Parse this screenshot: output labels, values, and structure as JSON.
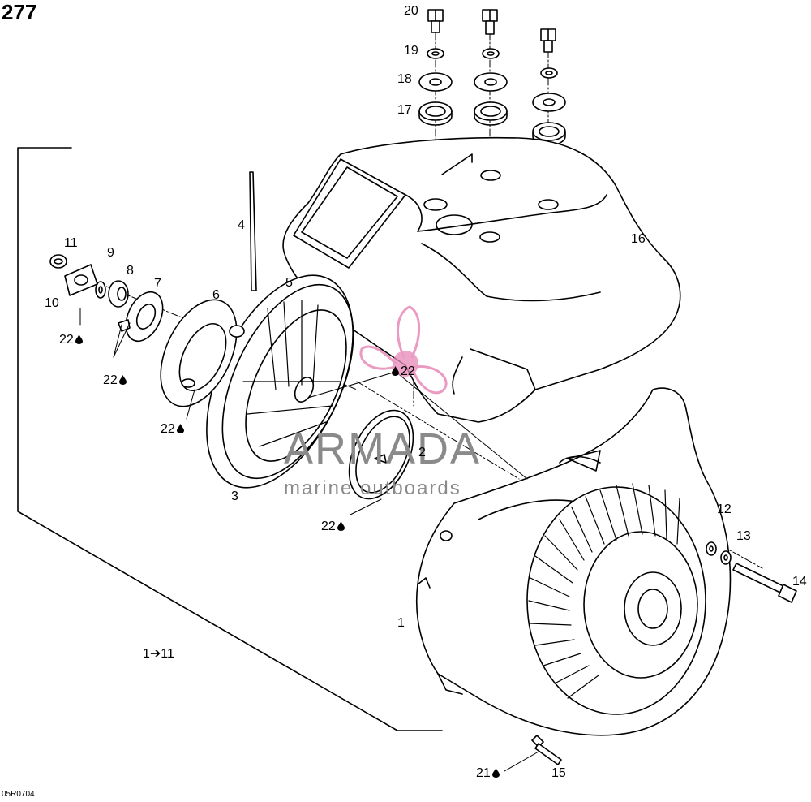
{
  "page_number": "277",
  "figure_code": "05R0704",
  "watermark": {
    "brand": "ARMADA",
    "tagline": "marine outboards",
    "brand_color": "#e889b8"
  },
  "part_range": "1➔11",
  "oil_symbol": "lubricant-drop-icon",
  "callouts": {
    "c1": "1",
    "c2": "2",
    "c3": "3",
    "c4": "4",
    "c5": "5",
    "c6": "6",
    "c7": "7",
    "c8": "8",
    "c9": "9",
    "c10": "10",
    "c11": "11",
    "c12": "12",
    "c13": "13",
    "c14": "14",
    "c15": "15",
    "c16": "16",
    "c17": "17",
    "c18": "18",
    "c19": "19",
    "c20": "20",
    "c21": "21",
    "c22": "22"
  }
}
